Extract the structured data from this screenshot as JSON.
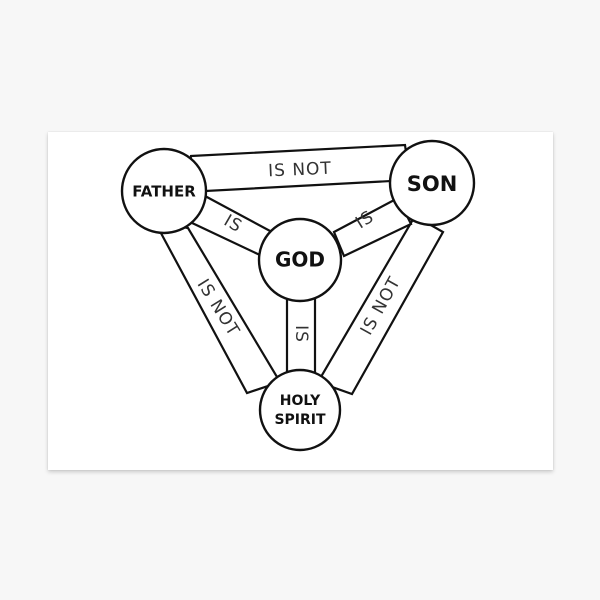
{
  "nodes": {
    "father": {
      "label": "FATHER"
    },
    "son": {
      "label": "SON"
    },
    "god": {
      "label": "GOD"
    },
    "holy_spirit": {
      "label_line1": "HOLY",
      "label_line2": "SPIRIT"
    }
  },
  "relations": {
    "father_son": "IS NOT",
    "father_holy_spirit": "IS NOT",
    "son_holy_spirit": "IS NOT",
    "father_god": "IS",
    "son_god": "IS",
    "holy_spirit_god": "IS"
  },
  "colors": {
    "stroke": "#111111",
    "band_text": "#333333",
    "background": "#ffffff"
  }
}
